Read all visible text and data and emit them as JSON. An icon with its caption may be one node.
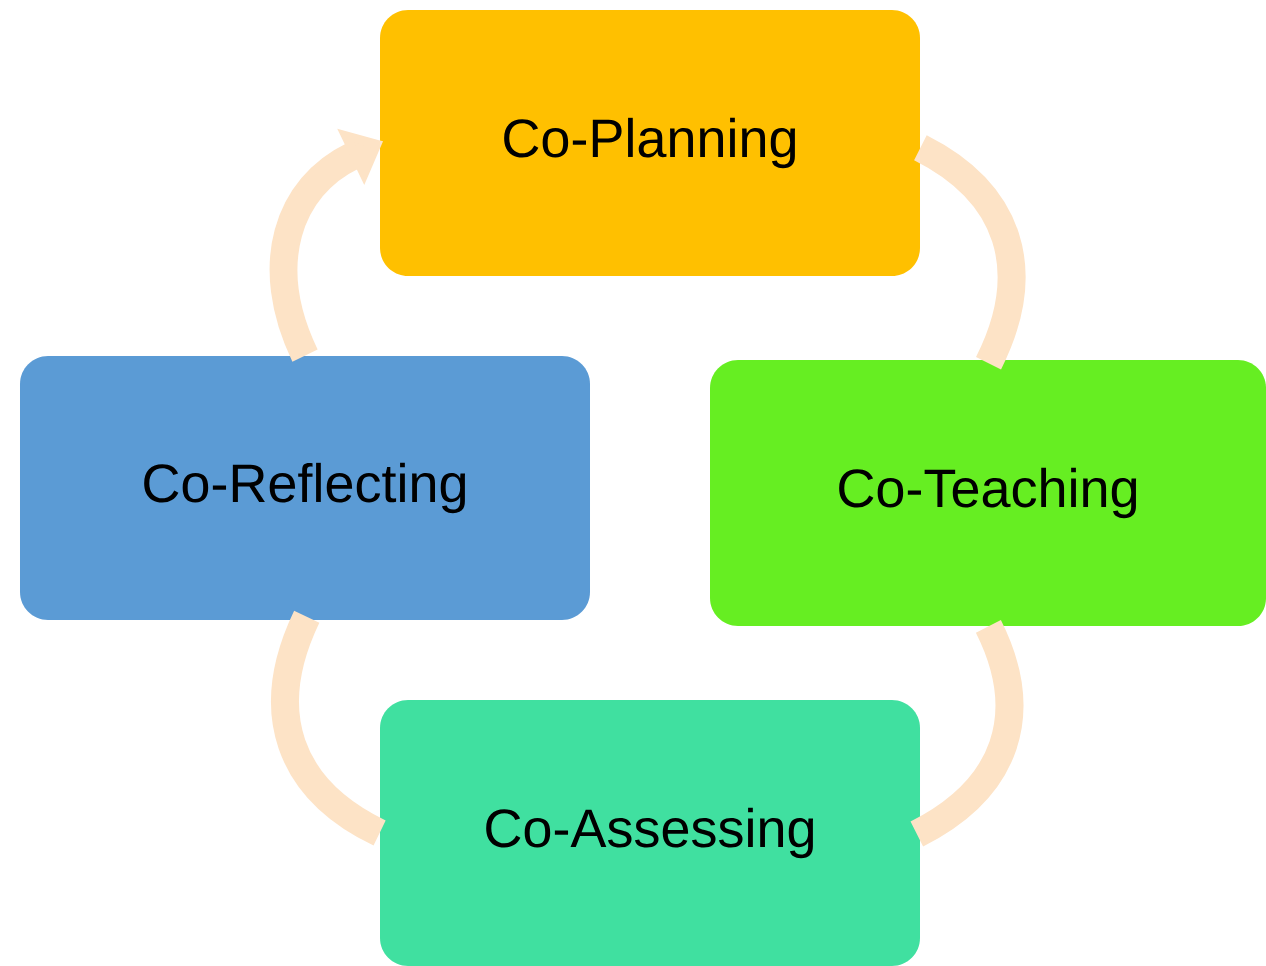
{
  "diagram": {
    "nodes": [
      {
        "text": [
          "Co-Planning"
        ]
      },
      {
        "text": [
          "Co-Teaching"
        ]
      },
      {
        "text": [
          "Co-Assessing"
        ]
      },
      {
        "text": [
          "Co-Reflecting"
        ]
      }
    ],
    "edges": [
      {
        "from": 0,
        "to": 1,
        "arrow": "none"
      },
      {
        "from": 1,
        "to": 2,
        "arrow": "none"
      },
      {
        "from": 2,
        "to": 3,
        "arrow": "none"
      },
      {
        "from": 3,
        "to": 0,
        "arrow": "to"
      }
    ]
  }
}
